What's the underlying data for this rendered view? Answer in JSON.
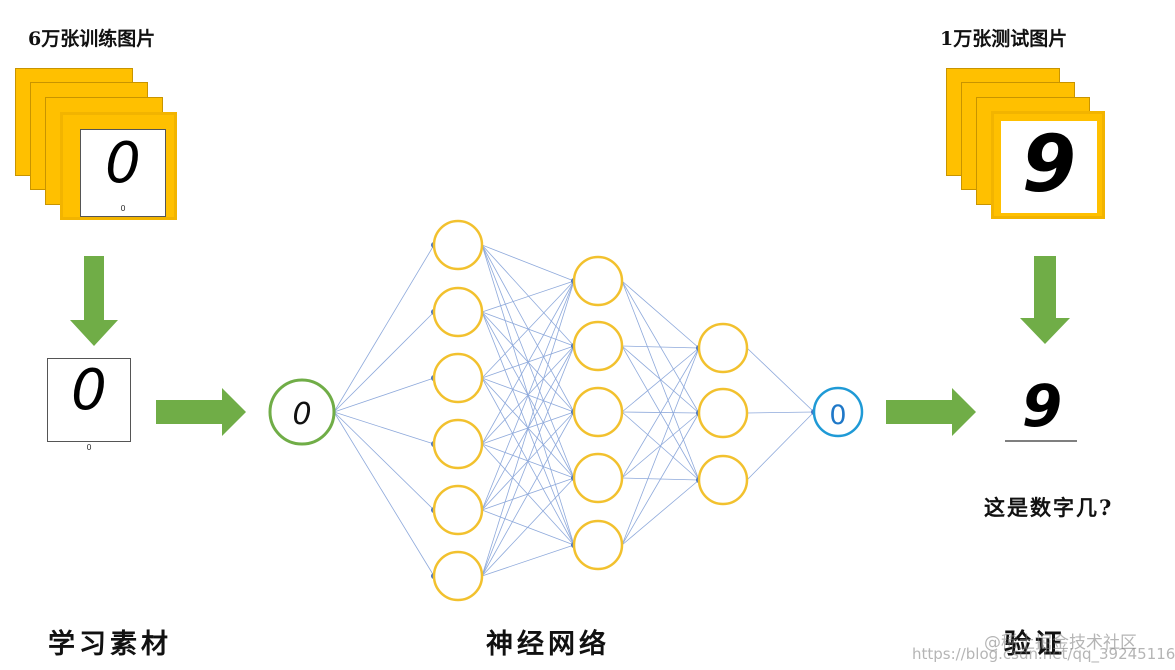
{
  "labels": {
    "train_images": "6万张训练图片",
    "test_images": "1万张测试图片",
    "learning_material": "学习素材",
    "neural_network": "神经网络",
    "verify": "验证",
    "question": "这是数字几?"
  },
  "digits": {
    "train_sample": "0",
    "train_caption": "0",
    "test_sample": "9",
    "network_input": "0",
    "network_output": "0"
  },
  "network": {
    "layers": [
      1,
      6,
      5,
      3,
      1
    ]
  },
  "watermark": {
    "line1": "@稀土掘金技术社区",
    "line2": "https://blog.csdn.net/qq_39245116"
  },
  "colors": {
    "card_fill": "#ffc000",
    "arrow_green": "#70ad47",
    "node_yellow": "#f2c12e",
    "input_node_green": "#70ad47",
    "output_node_blue": "#1f9ad6",
    "edge_blue": "#8ea9db",
    "arrowhead_blue": "#4472c4"
  }
}
